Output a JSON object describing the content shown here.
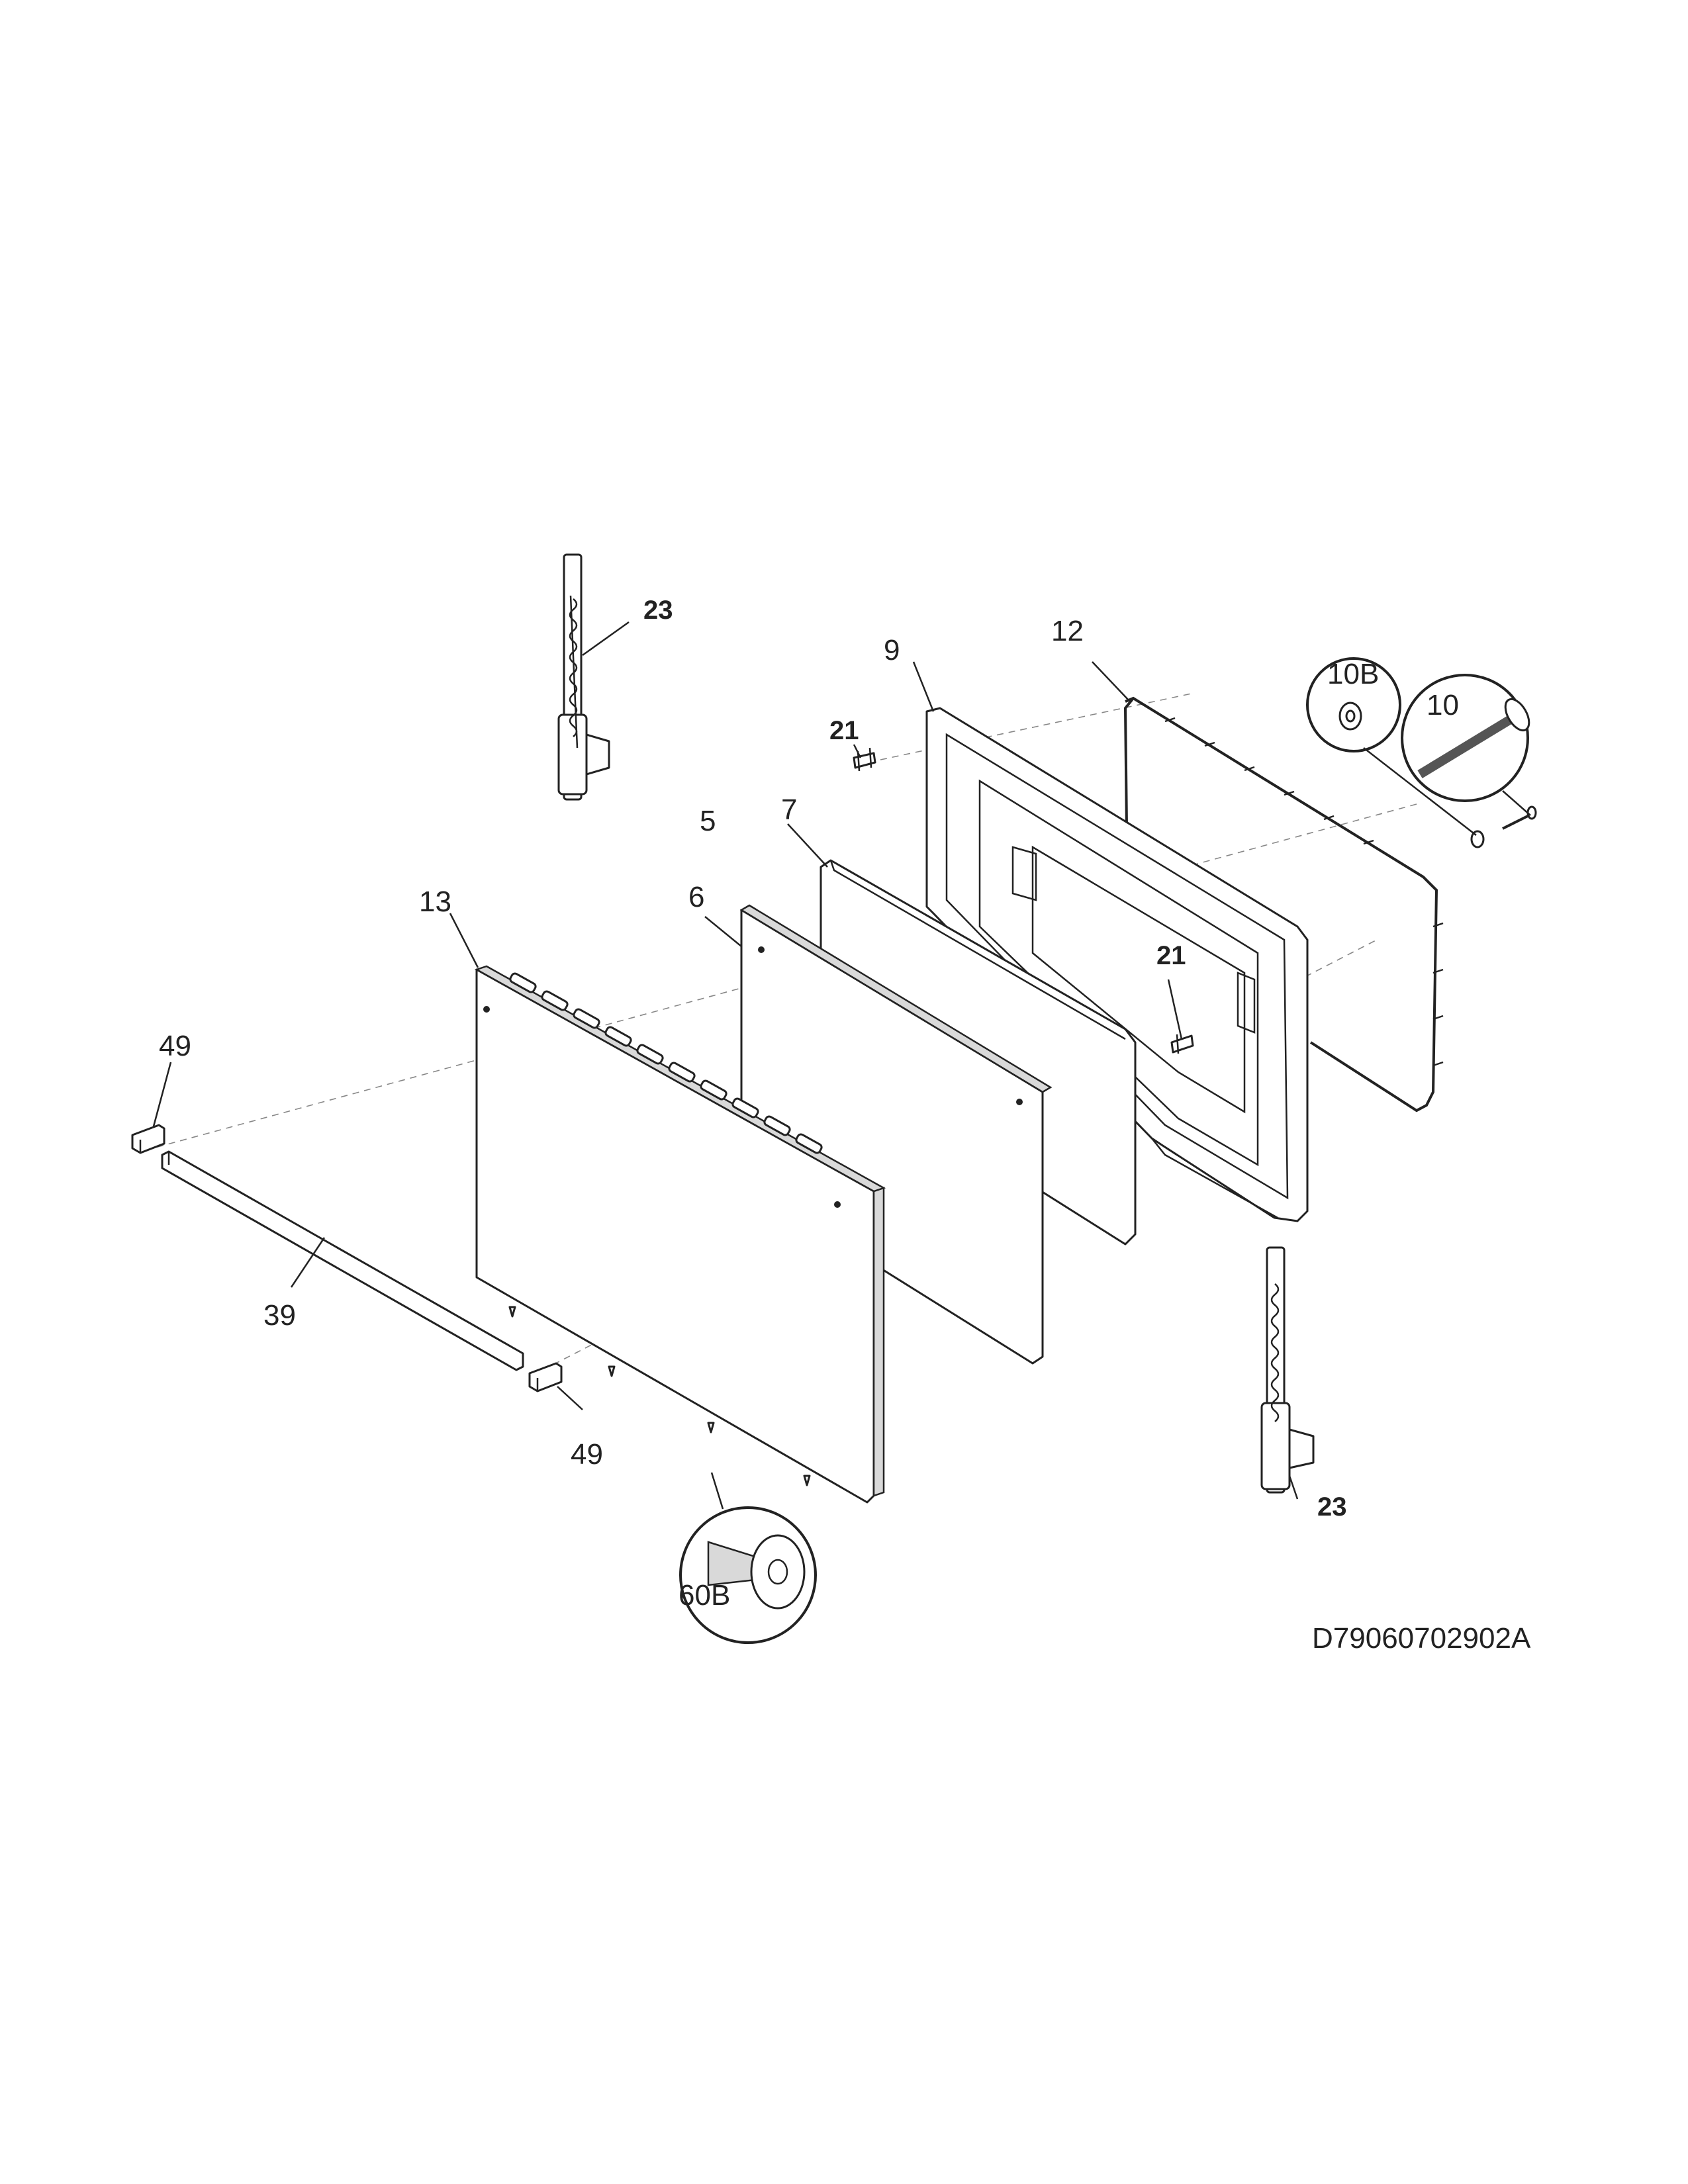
{
  "diagram_code": "D79060702902A",
  "labels": {
    "hinge_upper": "23",
    "hinge_lower": "23",
    "inner_door": "9",
    "door_gasket": "12",
    "washer_callout": "10B",
    "screw_callout": "10",
    "clip_upper": "21",
    "clip_lower": "21",
    "insulation_group": "5",
    "insulation_thick": "7",
    "insulation_thin": "6",
    "outer_door_panel": "13",
    "end_cap_left": "49",
    "end_cap_right": "49",
    "handle_trim": "39",
    "screw_60b": "60B"
  }
}
